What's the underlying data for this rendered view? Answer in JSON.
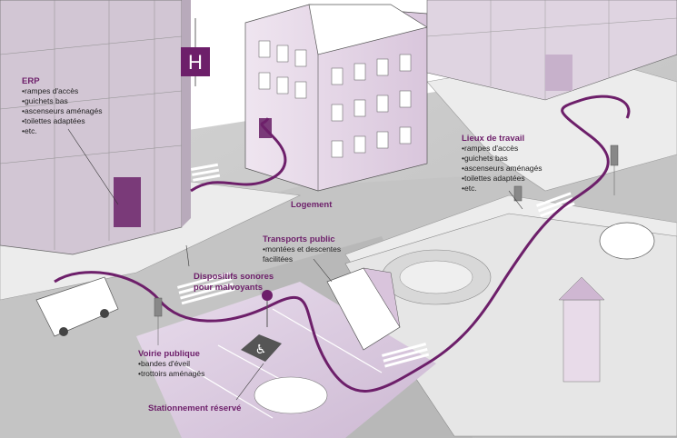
{
  "colors": {
    "accent": "#6d1f6a",
    "path": "#6d1f6a",
    "building_fill": "#e3d3e6",
    "road": "#c8c8c8",
    "road_dark": "#a9a9a9",
    "sidewalk": "#e9e9e9",
    "parking": "#ddd0e1"
  },
  "labels": {
    "erp": {
      "title": "ERP",
      "items": [
        "rampes d'accès",
        "guichets bas",
        "ascenseurs aménagés",
        "toilettes adaptées",
        "etc."
      ]
    },
    "lieux_de_travail": {
      "title": "Lieux de travail",
      "items": [
        "rampes d'accès",
        "guichets bas",
        "ascenseurs aménagés",
        "toilettes adaptées",
        "etc."
      ]
    },
    "logement": {
      "title": "Logement"
    },
    "transports_public": {
      "title": "Transports public",
      "items": [
        "montées et descentes facilitées"
      ]
    },
    "dispositifs_sonores": {
      "line1": "Dispositifs sonores",
      "line2": "pour malvoyants"
    },
    "voirie_publique": {
      "title": "Voirie publique",
      "items": [
        "bandes d'éveil",
        "trottoirs aménagés"
      ]
    },
    "stationnement": {
      "title": "Stationnement réservé"
    }
  },
  "signs": {
    "hospital_letter": "H",
    "wheelchair_icon": "wheelchair-icon"
  }
}
